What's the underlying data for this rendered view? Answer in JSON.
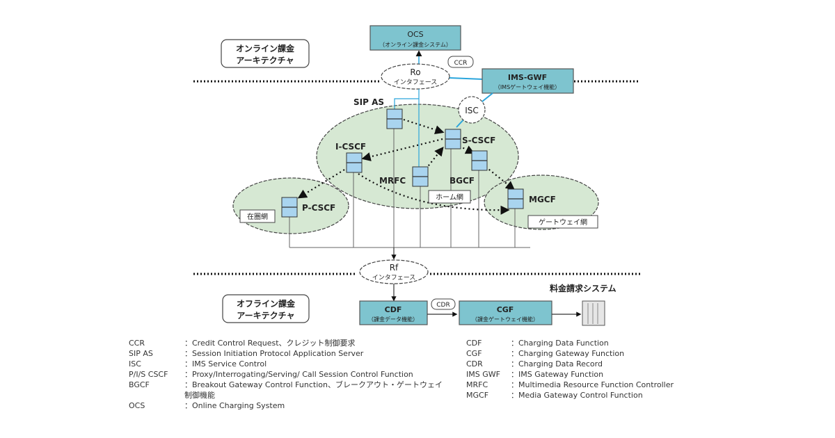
{
  "diagram": {
    "online_arch_label": [
      "オンライン課金",
      "アーキテクチャ"
    ],
    "offline_arch_label": [
      "オフライン課金",
      "アーキテクチャ"
    ],
    "ocs": {
      "title": "OCS",
      "subtitle": "（オンライン課金システム）"
    },
    "ro": {
      "title": "Ro",
      "subtitle": "インタフェース"
    },
    "ccr_top": "CCR",
    "ims_gwf": {
      "title": "IMS-GWF",
      "subtitle": "（IMSゲートウェイ機能）"
    },
    "isc": "ISC",
    "sip_as": "SIP AS",
    "i_cscf": "I-CSCF",
    "s_cscf": "S-CSCF",
    "mrfc": "MRFC",
    "bgcf": "BGCF",
    "home_network": "ホーム網",
    "p_cscf": "P-CSCF",
    "visited_network": "在圏網",
    "mgcf": "MGCF",
    "gateway_network": "ゲートウェイ網",
    "rf": {
      "title": "Rf",
      "subtitle": "インタフェース"
    },
    "cdf": {
      "title": "CDF",
      "subtitle": "（課金データ機能）"
    },
    "ccr_bottom": "CDR",
    "cgf": {
      "title": "CGF",
      "subtitle": "（課金ゲートウェイ機能）"
    },
    "billing_system": "料金請求システム",
    "colors": {
      "box_fill": "#7ec4cf",
      "box_border": "#555555",
      "network_fill": "#d6e8d3",
      "server_fill": "#a9d4ef",
      "accent_line": "#2aa5dc"
    }
  },
  "legend": {
    "left": [
      {
        "abbr": "CCR",
        "desc": "：Credit Control Request、クレジット制御要求"
      },
      {
        "abbr": "SIP AS",
        "desc": "：Session Initiation Protocol Application Server"
      },
      {
        "abbr": "ISC",
        "desc": "：IMS Service Control"
      },
      {
        "abbr": "P/I/S CSCF",
        "desc": "：Proxy/Interrogating/Serving/ Call Session Control Function"
      },
      {
        "abbr": "BGCF",
        "desc": "：Breakout Gateway Control Function、ブレークアウト・ゲートウェイ制御機能"
      },
      {
        "abbr": "OCS",
        "desc": "：Online Charging System"
      }
    ],
    "right": [
      {
        "abbr": "CDF",
        "desc": "：Charging Data Function"
      },
      {
        "abbr": "CGF",
        "desc": "：Charging Gateway Function"
      },
      {
        "abbr": "CDR",
        "desc": "：Charging Data Record"
      },
      {
        "abbr": "IMS GWF",
        "desc": "：IMS Gateway Function"
      },
      {
        "abbr": "MRFC",
        "desc": "：Multimedia Resource Function Controller"
      },
      {
        "abbr": "MGCF",
        "desc": "：Media Gateway Control Function"
      }
    ]
  }
}
